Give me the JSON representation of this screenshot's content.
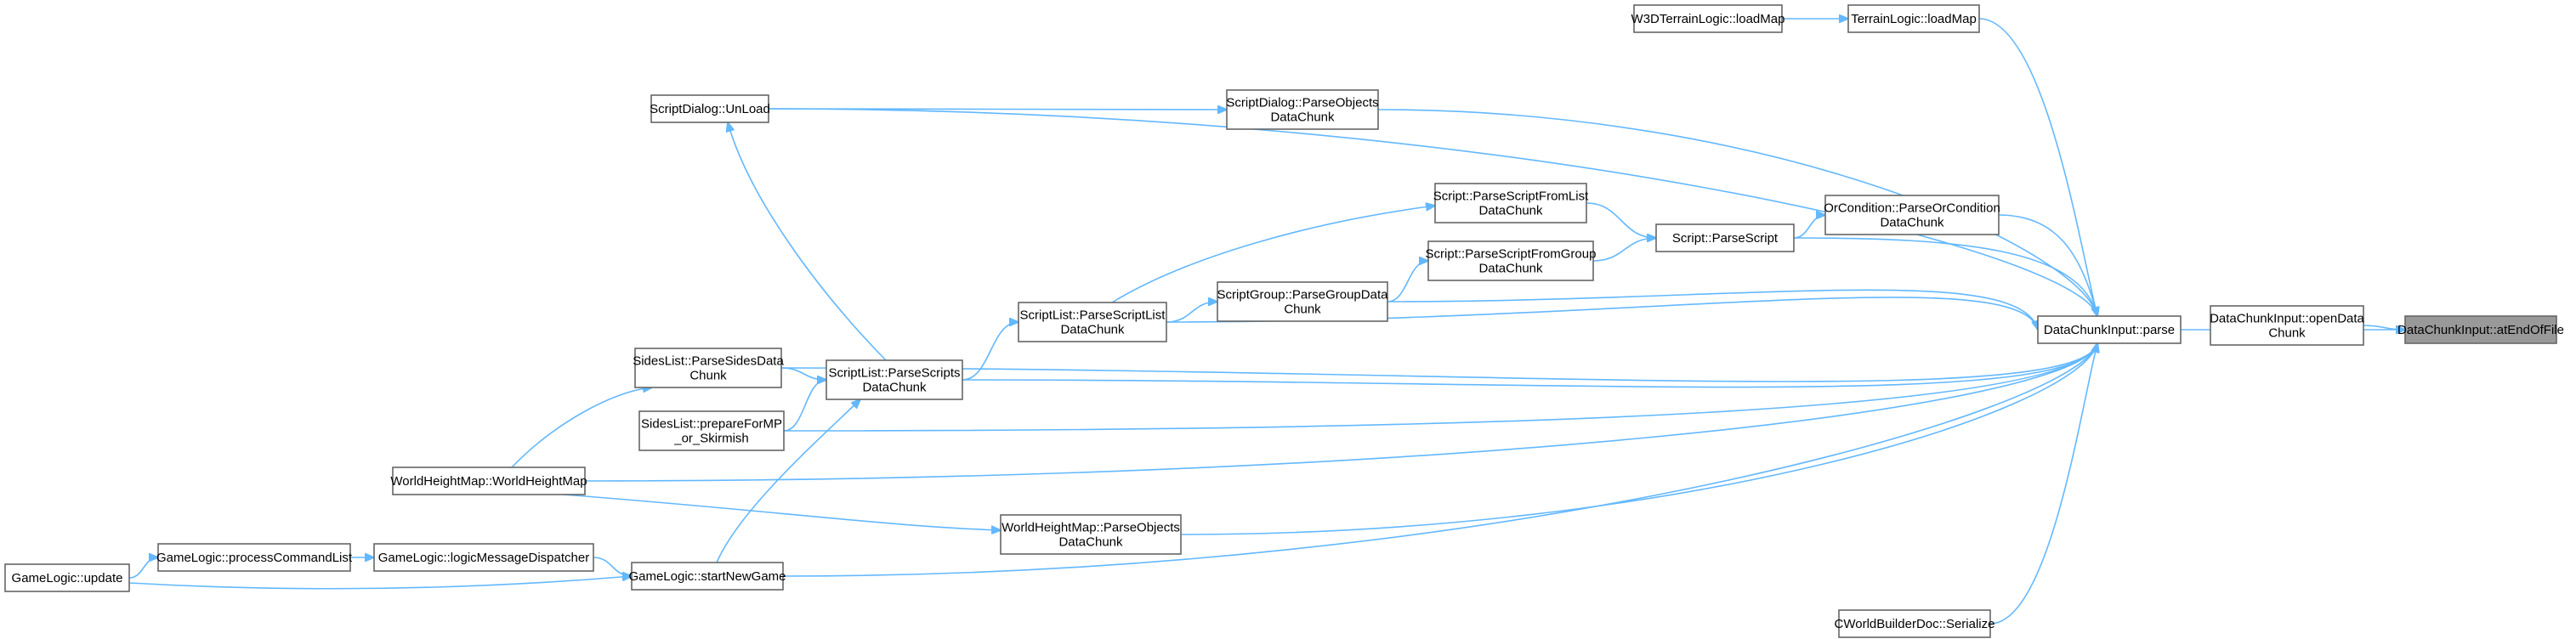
{
  "diagram": {
    "type": "call-graph",
    "colors": {
      "edge": "#63b8ff",
      "node_border": "#666666",
      "focus_fill": "#999999",
      "node_fill": "#ffffff"
    },
    "nodes": [
      {
        "id": "eof",
        "lines": [
          "DataChunkInput::atEndOfFile"
        ],
        "focus": true
      },
      {
        "id": "parse",
        "lines": [
          "DataChunkInput::parse"
        ]
      },
      {
        "id": "openData",
        "lines": [
          "DataChunkInput::openData",
          "Chunk"
        ]
      },
      {
        "id": "terrainLoad",
        "lines": [
          "TerrainLogic::loadMap"
        ]
      },
      {
        "id": "w3dLoad",
        "lines": [
          "W3DTerrainLogic::loadMap"
        ]
      },
      {
        "id": "sdUnload",
        "lines": [
          "ScriptDialog::UnLoad"
        ]
      },
      {
        "id": "sdParse",
        "lines": [
          "ScriptDialog::ParseObjects",
          "DataChunk"
        ]
      },
      {
        "id": "orCond",
        "lines": [
          "OrCondition::ParseOrCondition",
          "DataChunk"
        ]
      },
      {
        "id": "scriptParse",
        "lines": [
          "Script::ParseScript"
        ]
      },
      {
        "id": "scriptFromList",
        "lines": [
          "Script::ParseScriptFromList",
          "DataChunk"
        ]
      },
      {
        "id": "scriptFromGroup",
        "lines": [
          "Script::ParseScriptFromGroup",
          "DataChunk"
        ]
      },
      {
        "id": "sgParse",
        "lines": [
          "ScriptGroup::ParseGroupData",
          "Chunk"
        ]
      },
      {
        "id": "slParseList",
        "lines": [
          "ScriptList::ParseScriptList",
          "DataChunk"
        ]
      },
      {
        "id": "slParseScripts",
        "lines": [
          "ScriptList::ParseScripts",
          "DataChunk"
        ]
      },
      {
        "id": "sidesParse",
        "lines": [
          "SidesList::ParseSidesData",
          "Chunk"
        ]
      },
      {
        "id": "sidesPrep",
        "lines": [
          "SidesList::prepareForMP",
          "_or_Skirmish"
        ]
      },
      {
        "id": "whmCtor",
        "lines": [
          "WorldHeightMap::WorldHeightMap"
        ]
      },
      {
        "id": "whmParse",
        "lines": [
          "WorldHeightMap::ParseObjects",
          "DataChunk"
        ]
      },
      {
        "id": "glStart",
        "lines": [
          "GameLogic::startNewGame"
        ]
      },
      {
        "id": "glDispatch",
        "lines": [
          "GameLogic::logicMessageDispatcher"
        ]
      },
      {
        "id": "glProcess",
        "lines": [
          "GameLogic::processCommandList"
        ]
      },
      {
        "id": "glUpdate",
        "lines": [
          "GameLogic::update"
        ]
      },
      {
        "id": "cwbSerialize",
        "lines": [
          "CWorldBuilderDoc::Serialize"
        ]
      }
    ],
    "edges": [
      [
        "parse",
        "eof"
      ],
      [
        "openData",
        "eof"
      ],
      [
        "terrainLoad",
        "parse"
      ],
      [
        "w3dLoad",
        "terrainLoad"
      ],
      [
        "sdUnload",
        "parse"
      ],
      [
        "sdParse",
        "parse"
      ],
      [
        "sdUnload",
        "sdParse"
      ],
      [
        "orCond",
        "parse"
      ],
      [
        "scriptParse",
        "orCond"
      ],
      [
        "scriptParse",
        "parse"
      ],
      [
        "scriptFromList",
        "scriptParse"
      ],
      [
        "scriptFromGroup",
        "scriptParse"
      ],
      [
        "sgParse",
        "scriptFromGroup"
      ],
      [
        "sgParse",
        "parse"
      ],
      [
        "slParseList",
        "scriptFromList"
      ],
      [
        "slParseList",
        "sgParse"
      ],
      [
        "slParseList",
        "parse"
      ],
      [
        "slParseScripts",
        "slParseList"
      ],
      [
        "slParseScripts",
        "sdUnload"
      ],
      [
        "slParseScripts",
        "parse"
      ],
      [
        "sidesParse",
        "slParseScripts"
      ],
      [
        "sidesParse",
        "parse"
      ],
      [
        "sidesPrep",
        "slParseScripts"
      ],
      [
        "sidesPrep",
        "parse"
      ],
      [
        "whmCtor",
        "sidesParse"
      ],
      [
        "whmCtor",
        "whmParse"
      ],
      [
        "whmCtor",
        "parse"
      ],
      [
        "whmParse",
        "parse"
      ],
      [
        "glStart",
        "slParseScripts"
      ],
      [
        "glStart",
        "parse"
      ],
      [
        "glDispatch",
        "glStart"
      ],
      [
        "glProcess",
        "glDispatch"
      ],
      [
        "glUpdate",
        "glProcess"
      ],
      [
        "glUpdate",
        "glStart"
      ],
      [
        "cwbSerialize",
        "parse"
      ]
    ]
  }
}
